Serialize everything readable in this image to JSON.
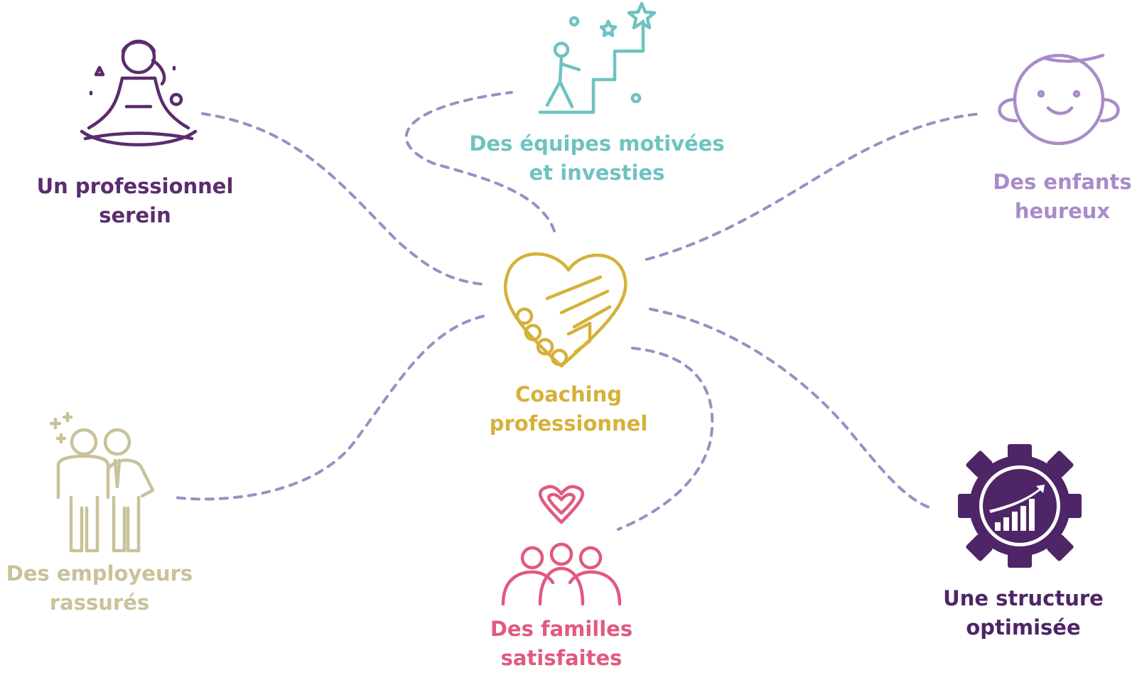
{
  "center": {
    "line1": "Coaching",
    "line2": "professionnel",
    "icon": "heart-handshake-icon",
    "color": "#d4b13a"
  },
  "nodes": {
    "pro": {
      "line1": "Un professionnel",
      "line2": "serein",
      "icon": "meditation-icon",
      "color": "#5a2d6e"
    },
    "equipes": {
      "line1": "Des équipes motivées",
      "line2": "et investies",
      "icon": "stairs-climber-icon",
      "color": "#6ec3c1"
    },
    "enfants": {
      "line1": "Des enfants",
      "line2": "heureux",
      "icon": "child-face-icon",
      "color": "#a98bc9"
    },
    "employeurs": {
      "line1": "Des employeurs",
      "line2": "rassurés",
      "icon": "employers-icon",
      "color": "#c9c29a"
    },
    "familles": {
      "line1": "Des familles",
      "line2": "satisfaites",
      "icon": "family-heart-icon",
      "color": "#e15a7e"
    },
    "structure": {
      "line1": "Une structure",
      "line2": "optimisée",
      "icon": "gear-chart-icon",
      "color": "#4e2566"
    }
  },
  "connector_color": "#9b8ec4"
}
